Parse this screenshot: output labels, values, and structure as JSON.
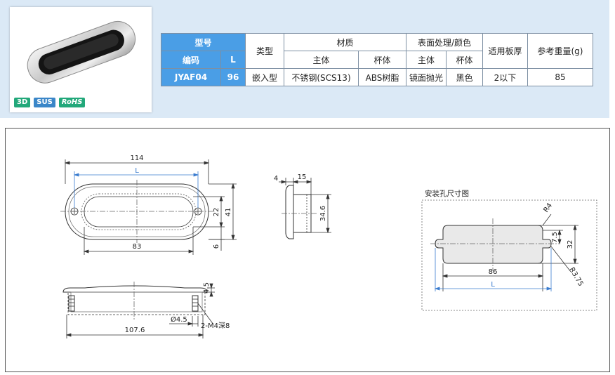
{
  "table": {
    "h_model": "型号",
    "h_type": "类型",
    "h_material": "材质",
    "h_finish": "表面处理/颜色",
    "h_thickness": "适用板厚",
    "h_weight": "参考重量(g)",
    "h_code": "编码",
    "h_L": "L",
    "h_body1": "主体",
    "h_cup1": "杯体",
    "h_body2": "主体",
    "h_cup2": "杯体",
    "row": {
      "code": "JYAF04",
      "L": "96",
      "type": "嵌入型",
      "mat_body": "不锈钢(SCS13)",
      "mat_cup": "ABS树脂",
      "fin_body": "镜面抛光",
      "fin_cup": "黑色",
      "thickness": "2以下",
      "weight": "85"
    }
  },
  "badges": {
    "b3d": "3D",
    "bsus": "SUS",
    "brohs": "RoHS"
  },
  "drawing": {
    "dim_114": "114",
    "dim_L_top": "L",
    "dim_83": "83",
    "dim_22": "22",
    "dim_41": "41",
    "dim_6": "6",
    "dim_4": "4",
    "dim_15": "15",
    "dim_34_6": "34.6",
    "dim_4_5": "4.5",
    "dim_d4_5": "Ø4.5",
    "dim_m4": "2-M4深8",
    "dim_107_6": "107.6",
    "cutout_title": "安装孔尺寸图",
    "dim_r4": "R4",
    "dim_7_5": "7.5",
    "dim_32": "32",
    "dim_86": "86",
    "dim_r3_75": "R3.75",
    "dim_L_cut": "L"
  },
  "colors": {
    "header_blue": "#4a9ee6",
    "panel_bg": "#dbe9f6",
    "badge_green": "#22a87a",
    "badge_blue": "#3a86c8"
  }
}
